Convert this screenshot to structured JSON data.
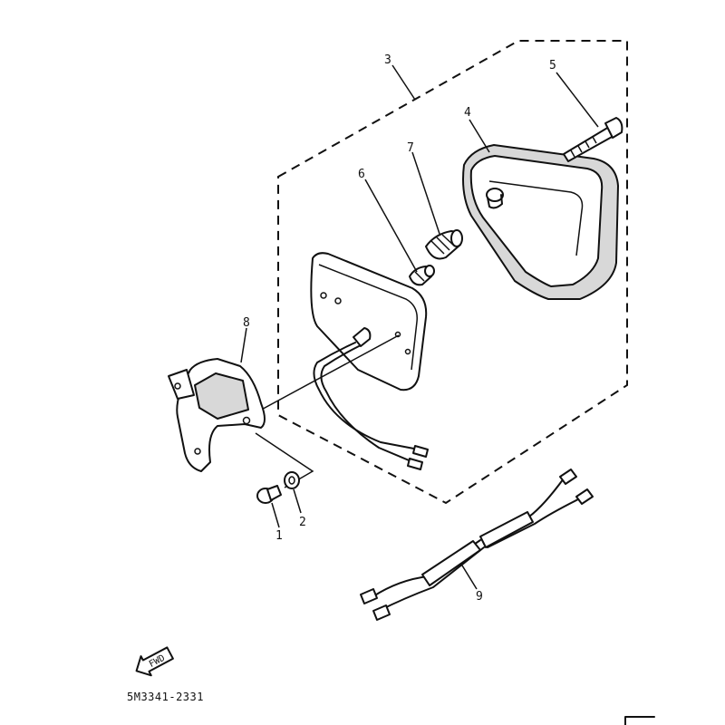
{
  "callouts": {
    "c1": "1",
    "c2": "2",
    "c3": "3",
    "c4": "4",
    "c5": "5",
    "c6": "6",
    "c7": "7",
    "c8": "8",
    "c9": "9"
  },
  "arrow_label": "FWD",
  "part_code": "5M3341-2331"
}
